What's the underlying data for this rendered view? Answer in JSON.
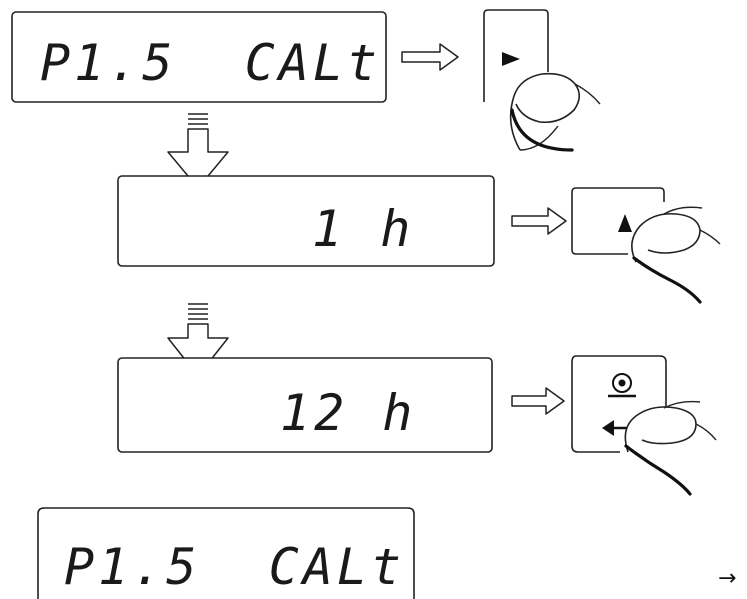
{
  "displays": [
    {
      "text": "P1.5  CALt"
    },
    {
      "text": "1 h"
    },
    {
      "text": "12 h"
    },
    {
      "text": "P1.5  CALt"
    }
  ],
  "keys": [
    {
      "icon": "right-triangle-icon"
    },
    {
      "icon": "up-triangle-icon"
    },
    {
      "icon": "enter-target-icon"
    }
  ],
  "trailing_symbol": "→",
  "colors": {
    "stroke": "#222222",
    "display_fill": "#ffffff",
    "arrow_fill": "#ffffff"
  }
}
